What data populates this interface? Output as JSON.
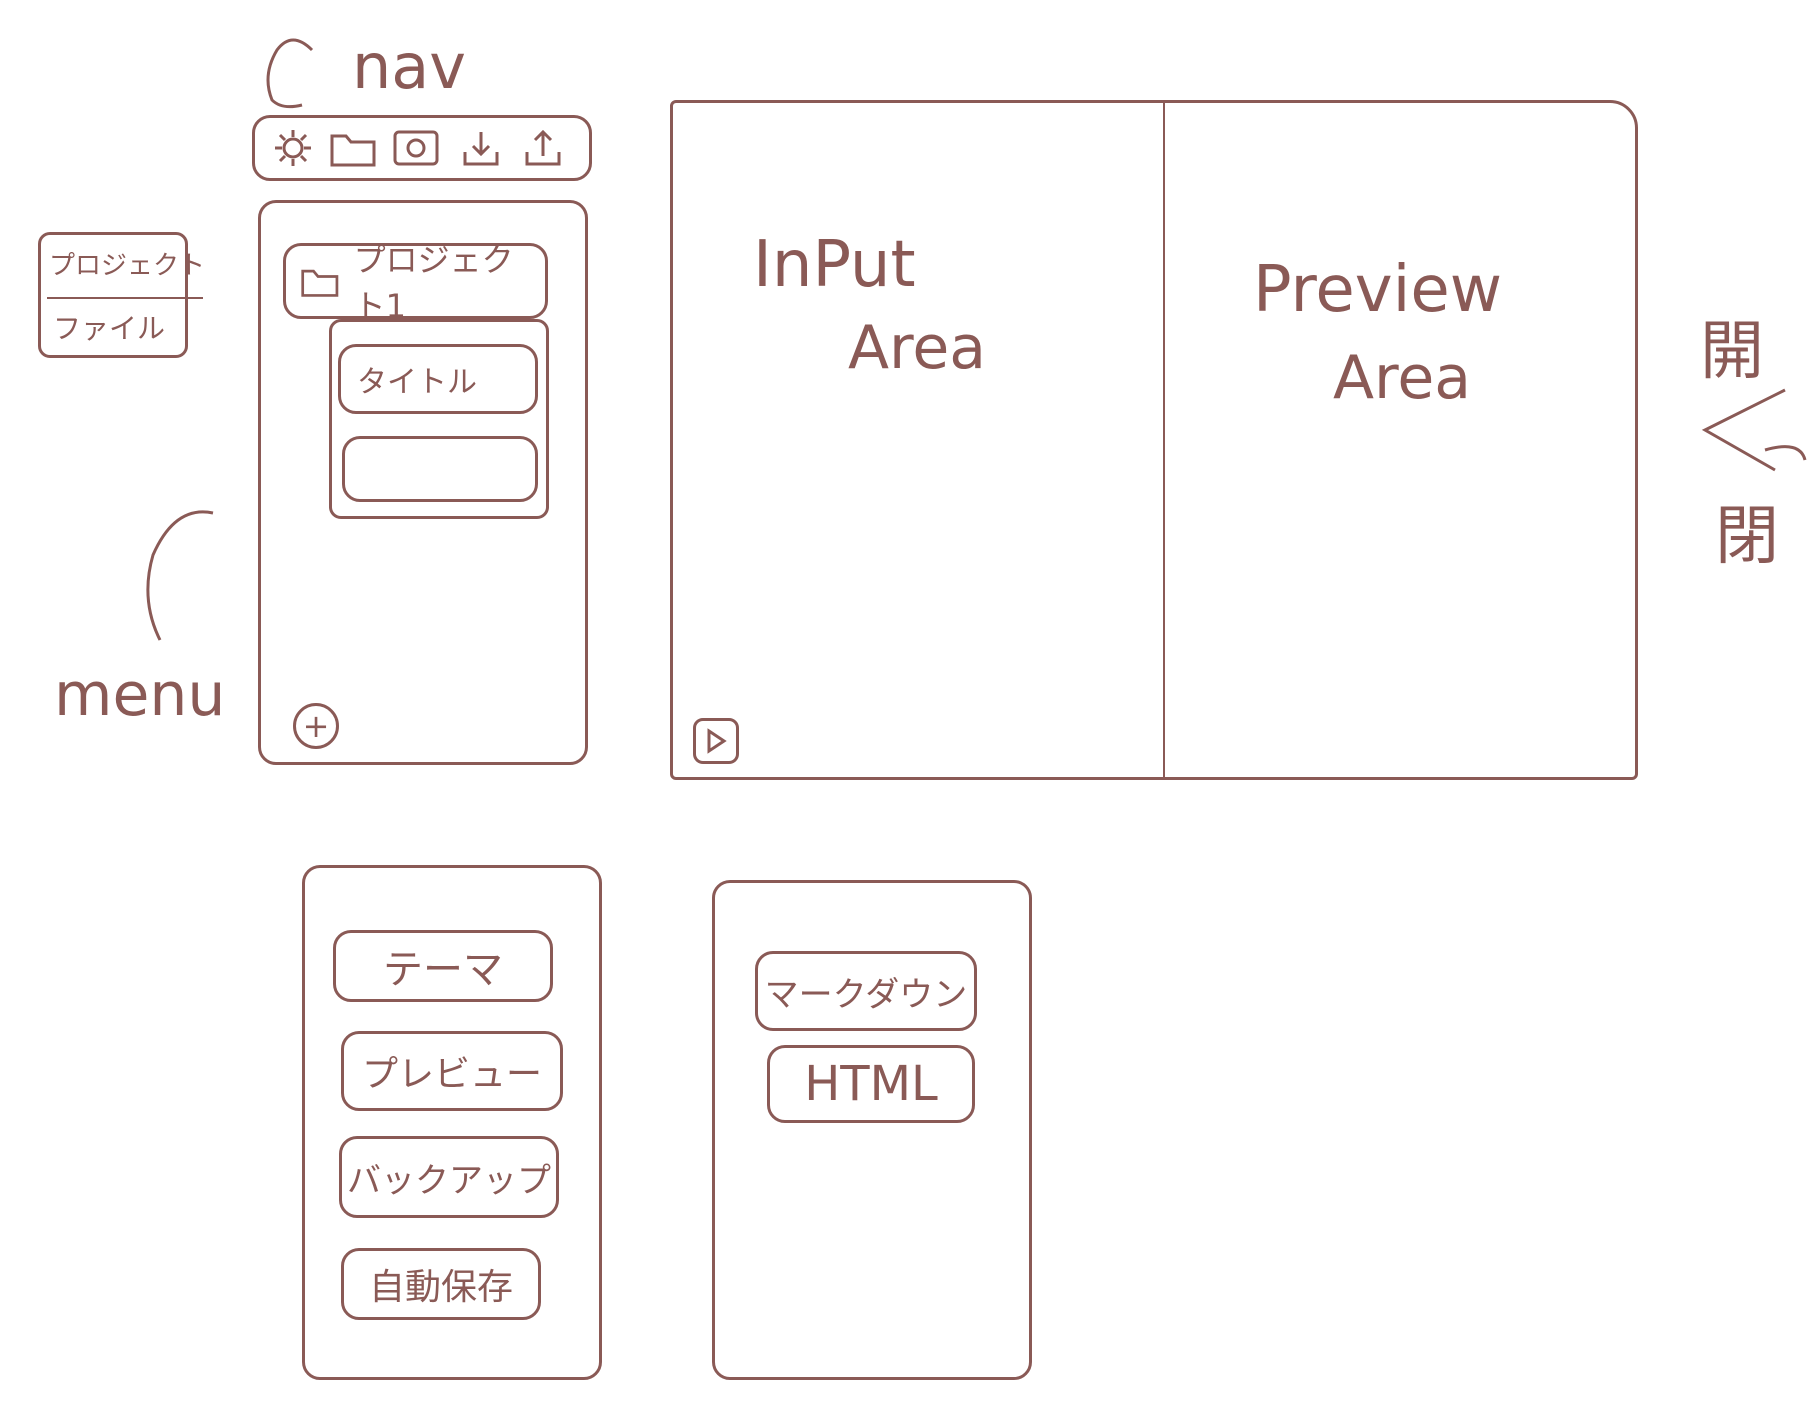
{
  "annotations": {
    "nav": "nav",
    "menu": "menu",
    "toggle_top": "開",
    "toggle_bottom": "閉"
  },
  "context_menu": {
    "item1": "プロジェクト",
    "item2": "ファイル"
  },
  "sidebar": {
    "project_label": "プロジェクト1",
    "title_field": "タイトル",
    "empty_field": ""
  },
  "main": {
    "input_area_line1": "InPut",
    "input_area_line2": "Area",
    "preview_area_line1": "Preview",
    "preview_area_line2": "Area"
  },
  "settings_menu": {
    "items": [
      "テーマ",
      "プレビュー",
      "バックアップ",
      "自動保存"
    ]
  },
  "export_menu": {
    "items": [
      "マークダウン",
      "HTML"
    ]
  },
  "icons": {
    "nav": [
      "gear-icon",
      "folder-icon",
      "image-icon",
      "download-icon",
      "upload-icon"
    ],
    "sidebar_add": "plus-icon",
    "main_toggle": "play-icon"
  }
}
